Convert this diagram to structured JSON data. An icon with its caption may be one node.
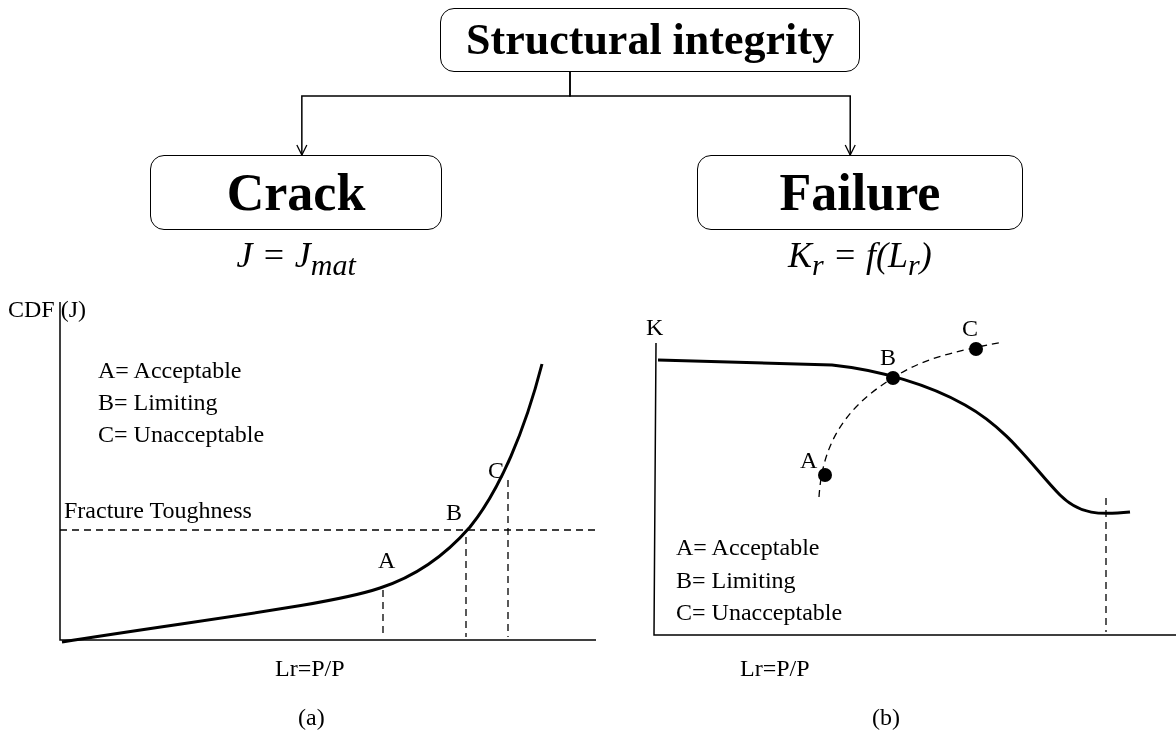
{
  "diagram": {
    "nodes": [
      {
        "text": [
          "Structural integrity"
        ]
      },
      {
        "text": [
          "Crack"
        ],
        "beside": [
          "J = J$_{mat}$"
        ]
      },
      {
        "text": [
          "Failure"
        ],
        "beside": [
          "K$_{r}$ = f(L$_{r}$)"
        ]
      }
    ],
    "edges": [
      {
        "from": 0,
        "to": 1,
        "arrow": "to"
      },
      {
        "from": 0,
        "to": 2,
        "arrow": "to"
      }
    ],
    "labels": [
      "CDF (J)",
      "A= Acceptable",
      "B= Limiting",
      "C= Unacceptable",
      "Fracture Toughness",
      "C",
      "B",
      "A",
      "Lr=P/P",
      "K",
      "C",
      "B",
      "A",
      "A= Acceptable",
      "B= Limiting",
      "C= Unacceptable",
      "Lr=P/P",
      "(a)",
      "(b)"
    ]
  }
}
